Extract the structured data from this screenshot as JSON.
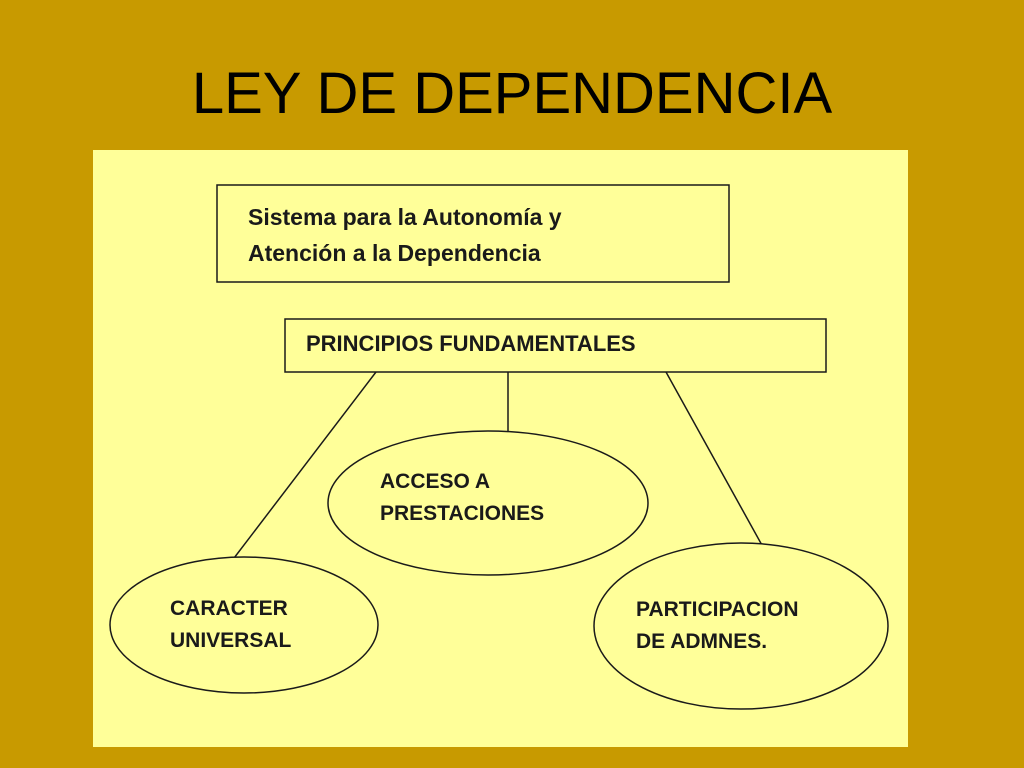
{
  "slide": {
    "title": "LEY DE DEPENDENCIA"
  },
  "diagram": {
    "system_box": {
      "line1": "Sistema para la Autonomía y",
      "line2": "Atención a la Dependencia"
    },
    "principles_box": {
      "label": "PRINCIPIOS FUNDAMENTALES"
    },
    "access_node": {
      "line1": "ACCESO A",
      "line2": "PRESTACIONES"
    },
    "universal_node": {
      "line1": "CARACTER",
      "line2": "UNIVERSAL"
    },
    "participation_node": {
      "line1": "PARTICIPACION",
      "line2": "DE ADMNES."
    }
  },
  "colors": {
    "background": "#c89a00",
    "panel": "#ffff99",
    "stroke": "#1a1a1a",
    "text": "#000000"
  }
}
